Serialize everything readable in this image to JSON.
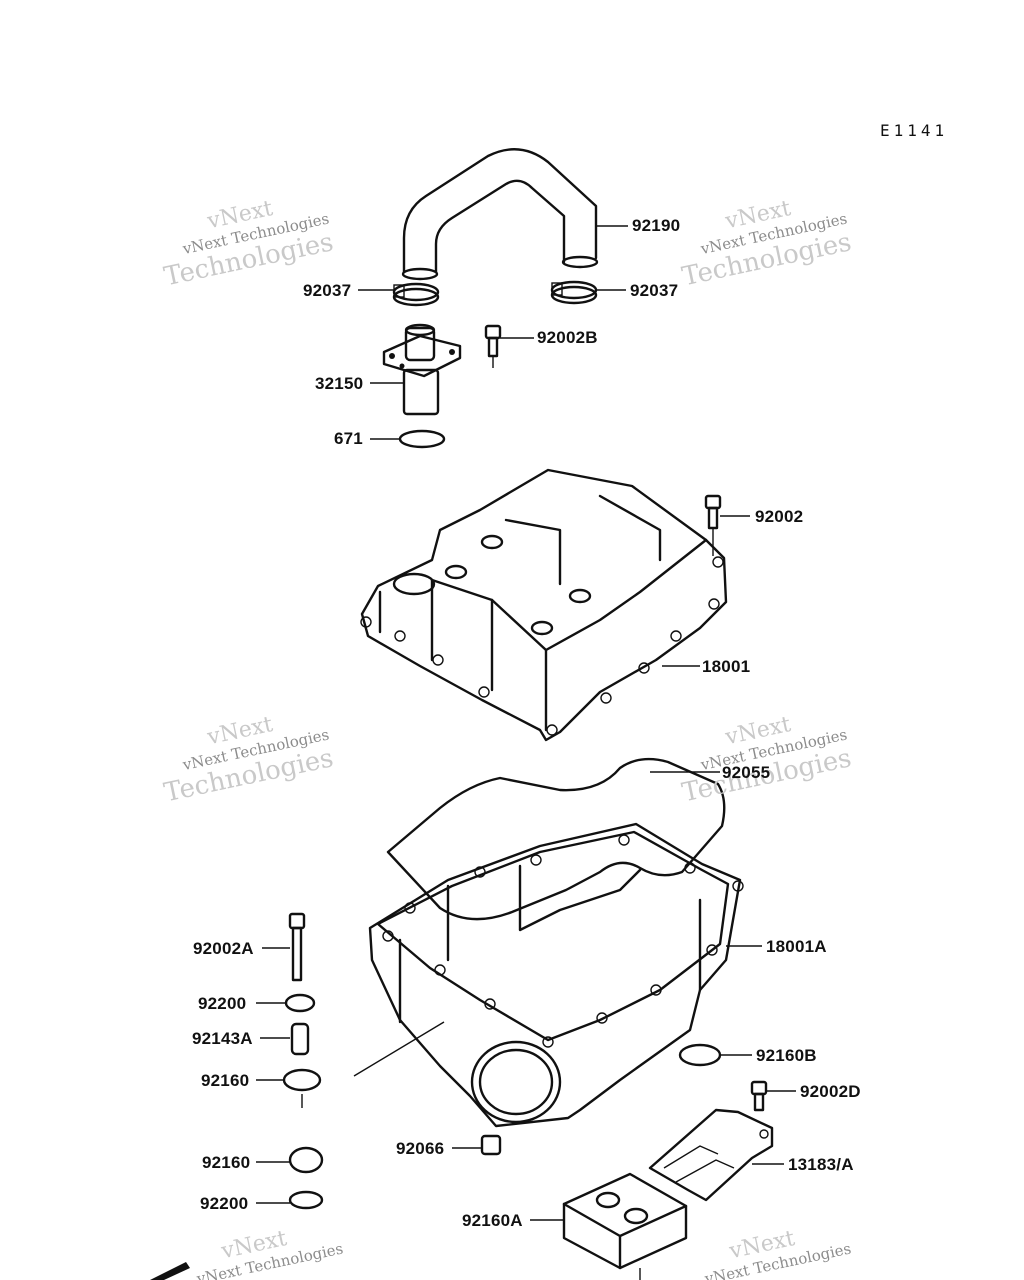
{
  "diagram_id": "E1141",
  "watermark": {
    "line1": "vNext",
    "line2": "vNext Technologies",
    "line3": "Technologies"
  },
  "callouts": {
    "hose": "92190",
    "clamp_left": "92037",
    "clamp_right": "92037",
    "bolt_fitting": "92002B",
    "fitting": "32150",
    "o_ring": "671",
    "bolt_cover": "92002",
    "cover": "18001",
    "gasket": "92055",
    "case": "18001A",
    "long_bolt": "92002A",
    "washer_top": "92200",
    "collar": "92143A",
    "damper_top": "92160",
    "damper_case": "92160B",
    "bolt_bracket": "92002D",
    "drain_plug": "92066",
    "bracket": "13183/A",
    "damper_bottom": "92160",
    "washer_bottom": "92200",
    "damper_block": "92160A"
  }
}
